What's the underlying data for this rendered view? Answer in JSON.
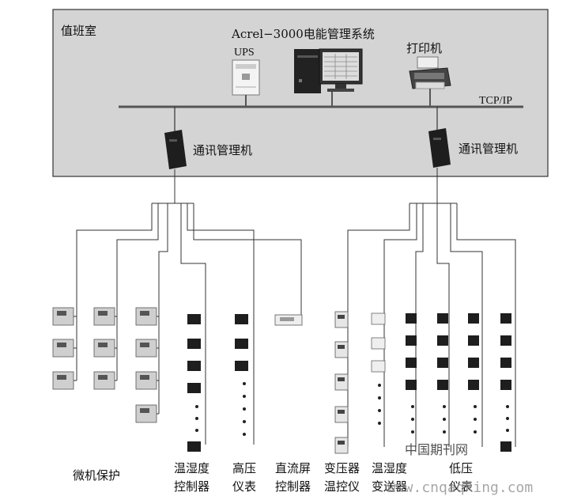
{
  "room": {
    "title": "值班室"
  },
  "system": {
    "title": "Acrel−3000电能管理系统"
  },
  "devices": {
    "ups": "UPS",
    "printer": "打印机"
  },
  "network": {
    "protocol": "TCP/IP"
  },
  "comm": {
    "left": "通讯管理机",
    "right": "通讯管理机"
  },
  "bottom": {
    "protect": "微机保护",
    "temp_ctrl": [
      "温湿度",
      "控制器"
    ],
    "hv_meter": [
      "高压",
      "仪表"
    ],
    "dc_ctrl": [
      "直流屏",
      "控制器"
    ],
    "tr_temp": [
      "变压器",
      "温控仪"
    ],
    "temp_tx": [
      "温湿度",
      "变送器"
    ],
    "lv_meter": [
      "低压",
      "仪表"
    ]
  },
  "watermark": {
    "cn": "中国期刊网",
    "url": "www.cnqaqking.com"
  }
}
